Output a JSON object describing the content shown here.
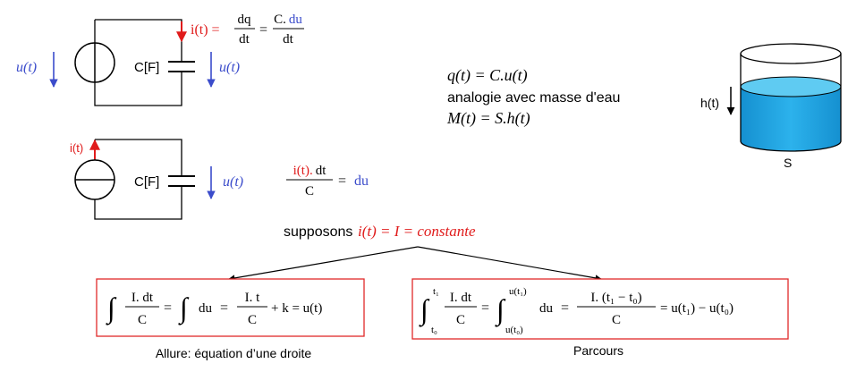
{
  "colors": {
    "blue": "#3b4ccb",
    "red": "#e01b1b",
    "black": "#000000",
    "water": "#1fa3df",
    "box_border": "#e02a2a"
  },
  "circuit1": {
    "u_left": "u(t)",
    "cap_label": "C[F]",
    "u_right": "u(t)",
    "i_label": "i(t) =",
    "frac1_num": "dq",
    "frac1_den": "dt",
    "eq": "=",
    "frac2_num_black": "C.",
    "frac2_num_blue": "du",
    "frac2_den": "dt"
  },
  "circuit2": {
    "i_label": "i(t)",
    "cap_label": "C[F]",
    "u_right": "u(t)",
    "frac_num_red": "i(t).",
    "frac_num_black": "dt",
    "frac_den": "C",
    "eq": "=",
    "rhs": "du"
  },
  "analogy": {
    "line1": "q(t) = C.u(t)",
    "line2": "analogie avec masse d'eau",
    "line3": "M(t) = S.h(t)"
  },
  "tank": {
    "h_label": "h(t)",
    "s_label": "S"
  },
  "hypothesis": {
    "prefix": "supposons",
    "expr": "i(t) = I = constante"
  },
  "box_left": {
    "int": "∫",
    "frac1_num": "I. dt",
    "frac1_den": "C",
    "eq1": "=",
    "int2": "∫",
    "du": "du",
    "eq2": "=",
    "frac2_num": "I. t",
    "frac2_den": "C",
    "tail": "+ k = u(t)",
    "caption": "Allure: équation d’une droite"
  },
  "box_right": {
    "int": "∫",
    "sup1": "t₁",
    "sub1": "t₀",
    "frac1_num": "I. dt",
    "frac1_den": "C",
    "eq1": "=",
    "int2": "∫",
    "sup2": "u(t₁)",
    "sub2": "u(t₀)",
    "du": "du",
    "eq2": "=",
    "frac2_num": "I. (t₁ − t₀)",
    "frac2_den": "C",
    "tail": "= u(t₁) − u(t₀)",
    "caption": "Parcours"
  }
}
